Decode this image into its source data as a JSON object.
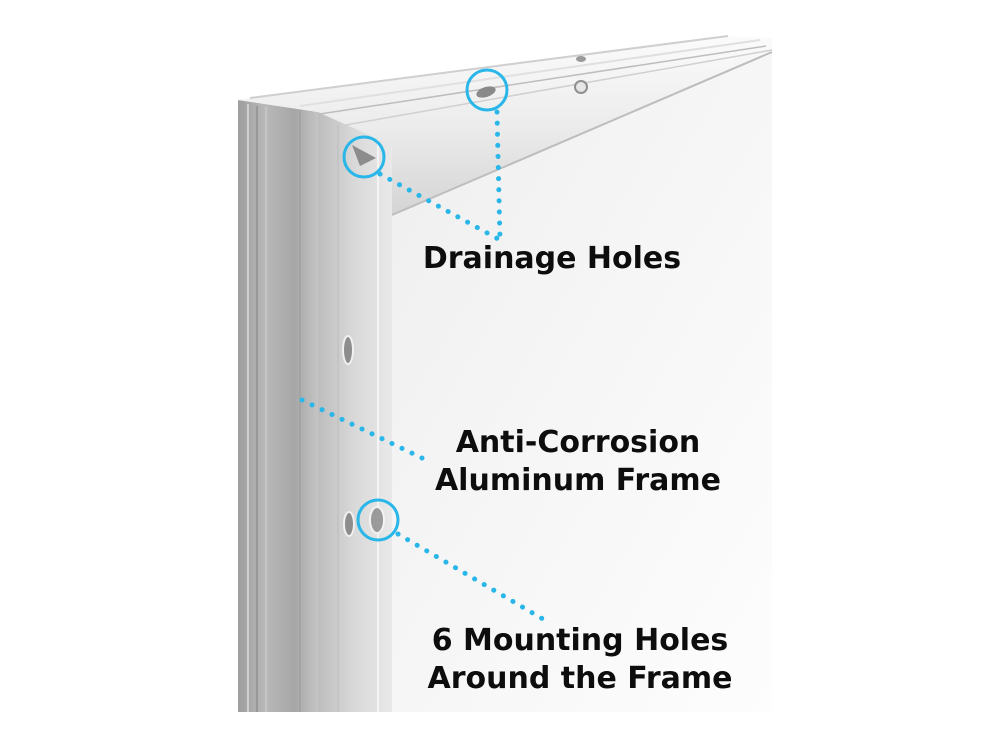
{
  "callouts": {
    "drainage_holes": {
      "text": "Drainage Holes"
    },
    "aluminum_frame": {
      "line1": "Anti-Corrosion",
      "line2": "Aluminum Frame"
    },
    "mounting_holes": {
      "line1": "6 Mounting Holes",
      "line2": "Around the Frame"
    }
  },
  "colors": {
    "callout_accent": "#29b6e8",
    "label_text": "#0d0d0d",
    "frame_dark": "#a9a9a9",
    "frame_light": "#d9d9d9",
    "panel_surface": "#f2f2f2"
  }
}
